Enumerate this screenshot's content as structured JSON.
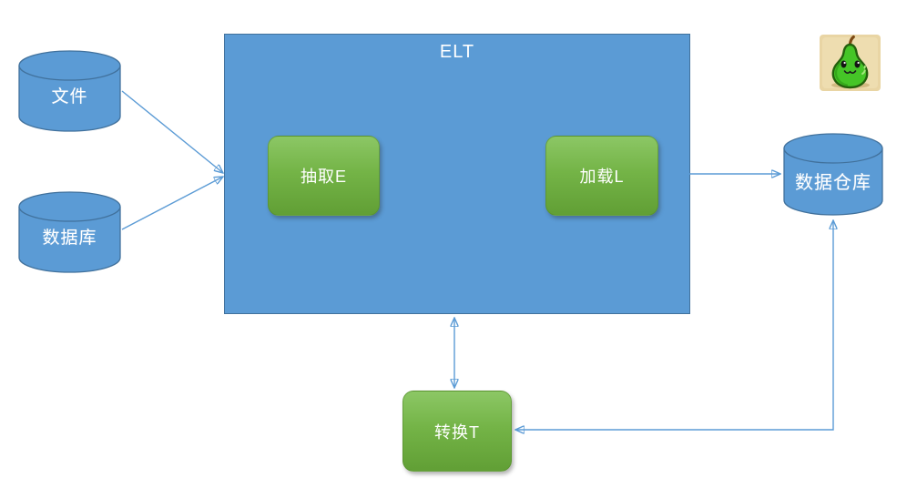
{
  "diagram": {
    "title": "ELT",
    "nodes": {
      "file": {
        "label": "文件",
        "shape": "cylinder"
      },
      "database": {
        "label": "数据库",
        "shape": "cylinder"
      },
      "extract": {
        "label": "抽取E",
        "shape": "rounded-rect"
      },
      "load": {
        "label": "加载L",
        "shape": "rounded-rect"
      },
      "transform": {
        "label": "转换T",
        "shape": "rounded-rect"
      },
      "warehouse": {
        "label": "数据仓库",
        "shape": "cylinder"
      }
    },
    "edges": [
      {
        "from": "file",
        "to": "elt-box",
        "arrows": "end",
        "routing": "straight"
      },
      {
        "from": "database",
        "to": "elt-box",
        "arrows": "end",
        "routing": "straight"
      },
      {
        "from": "elt-box",
        "to": "warehouse",
        "arrows": "end",
        "routing": "straight"
      },
      {
        "from": "elt-box",
        "to": "transform",
        "arrows": "both",
        "routing": "straight"
      },
      {
        "from": "warehouse",
        "to": "transform",
        "arrows": "both",
        "routing": "elbow"
      }
    ],
    "colors": {
      "shape_blue": "#5B9BD5",
      "shape_blue_border": "#41719C",
      "process_green_top": "#8CC765",
      "process_green_bottom": "#619F35",
      "connector_blue": "#5B9BD5",
      "label_text": "#FFFFFF",
      "pear_background": "#E9D5A4",
      "pear_green": "#45C527"
    },
    "icons": {
      "pear": "pear-mascot-icon"
    }
  }
}
